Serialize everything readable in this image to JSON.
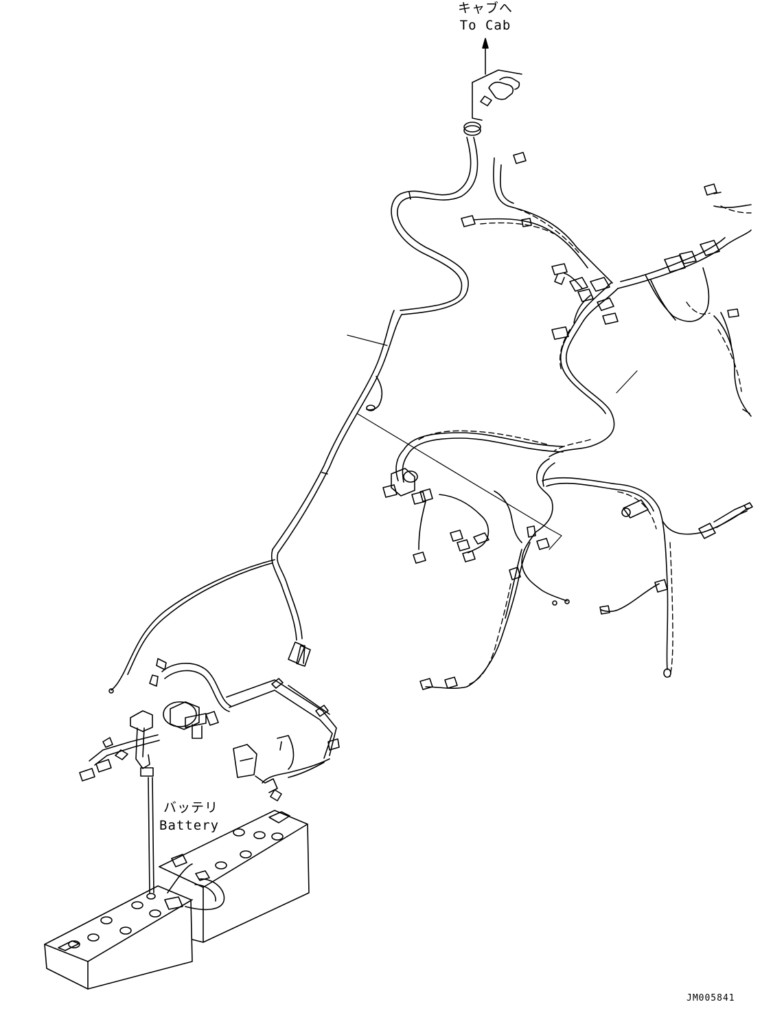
{
  "labels": {
    "to_cab_jp": "キャブへ",
    "to_cab_en": "To Cab",
    "battery_jp": "バッテリ",
    "battery_en": "Battery",
    "drawing_code": "JM005841"
  },
  "colors": {
    "line": "#000000",
    "background": "#ffffff"
  }
}
